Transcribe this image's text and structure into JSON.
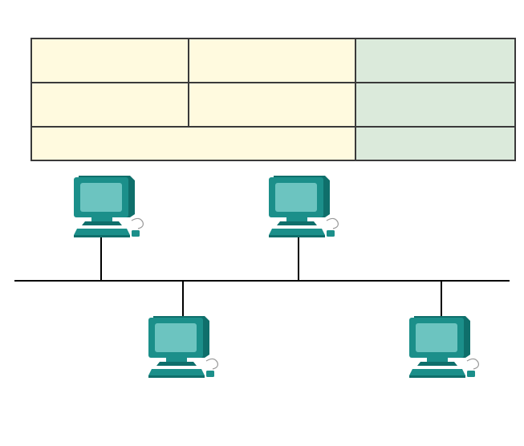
{
  "table": {
    "colors": {
      "left_region": "#fffadf",
      "right_region": "#dbeadb",
      "border": "#3a3a3a"
    }
  },
  "network": {
    "bus_color": "#000000",
    "computers": [
      {
        "icon": "computer-icon",
        "position_on_bus": "above"
      },
      {
        "icon": "computer-icon",
        "position_on_bus": "above"
      },
      {
        "icon": "computer-icon",
        "position_on_bus": "below"
      },
      {
        "icon": "computer-icon",
        "position_on_bus": "below"
      }
    ],
    "computer_colors": {
      "body": "#1b8f8a",
      "screen": "#6cc4c0",
      "dark": "#0f6f6b"
    }
  }
}
